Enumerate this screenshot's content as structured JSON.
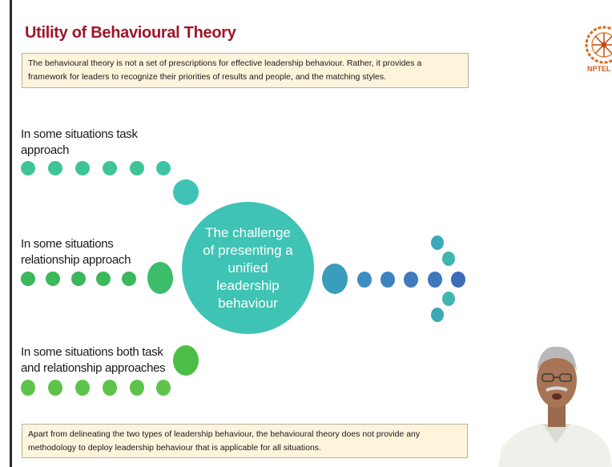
{
  "slide": {
    "title": "Utility of Behavioural Theory",
    "intro": "The behavioural theory is not a set of prescriptions for effective leadership behaviour. Rather, it provides a framework for leaders to recognize their priorities of results and people, and the matching styles.",
    "situations": [
      "In some situations task approach",
      "In some situations relationship approach",
      "In some situations both task and relationship approaches"
    ],
    "center_text": "The challenge of presenting a unified leadership behaviour",
    "conclusion": "Apart from delineating the two types of leadership behaviour, the behavioural theory does not provide any methodology to deploy leadership behaviour that is applicable for all situations."
  },
  "branding": {
    "logo_text": "NPTEL",
    "logo_icon": "nptel-wheel-icon"
  },
  "colors": {
    "title": "#a0152a",
    "callout_bg": "#fdf4dc",
    "center_circle": "#3fc3b4",
    "row1_dots": "#3fc495",
    "row2_dots": "#3ab85a",
    "row3_dots": "#5ec34a",
    "right_teal": "#3ba7b8",
    "right_blue": "#3f77bf"
  }
}
